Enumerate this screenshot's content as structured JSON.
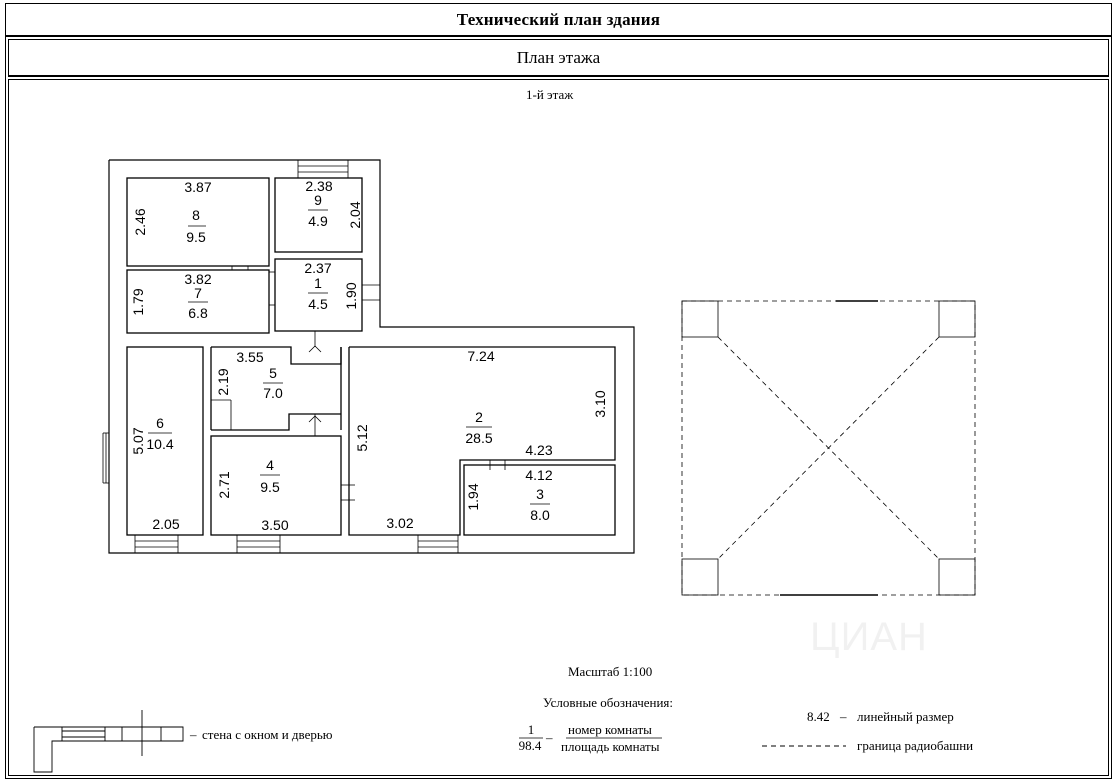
{
  "header": {
    "title": "Технический план здания",
    "subtitle": "План этажа",
    "floor_label": "1-й этаж"
  },
  "rooms": [
    {
      "id": "room-8",
      "number": "8",
      "area": "9.5",
      "width": "3.87",
      "height": "2.46"
    },
    {
      "id": "room-9",
      "number": "9",
      "area": "4.9",
      "width": "2.38",
      "height": "2.04"
    },
    {
      "id": "room-7",
      "number": "7",
      "area": "6.8",
      "width": "3.82",
      "height": "1.79"
    },
    {
      "id": "room-1",
      "number": "1",
      "area": "4.5",
      "width": "2.37",
      "height": "1.90"
    },
    {
      "id": "room-5",
      "number": "5",
      "area": "7.0",
      "width": "3.55",
      "height": "2.19"
    },
    {
      "id": "room-6",
      "number": "6",
      "area": "10.4",
      "width": "2.05",
      "height": "5.07"
    },
    {
      "id": "room-4",
      "number": "4",
      "area": "9.5",
      "width": "3.50",
      "height": "2.71"
    },
    {
      "id": "room-2",
      "number": "2",
      "area": "28.5",
      "width": "7.24",
      "height": "5.12",
      "extra_width": "3.02",
      "extra_height": "3.10",
      "step_width": "4.23"
    },
    {
      "id": "room-3",
      "number": "3",
      "area": "8.0",
      "width": "4.12",
      "height": "1.94"
    }
  ],
  "scale_label": "Масштаб 1:100",
  "legend": {
    "title": "Условные обозначения:",
    "wall_desc": "стена с окном и дверью",
    "sample_number": "1",
    "sample_area": "98.4",
    "number_desc": "номер комнаты",
    "area_desc": "площадь комнаты",
    "sample_dim": "8.42",
    "dim_desc": "линейный размер",
    "tower_desc": "граница радиобашни",
    "dash": "–"
  },
  "watermark": "ЦИАН"
}
